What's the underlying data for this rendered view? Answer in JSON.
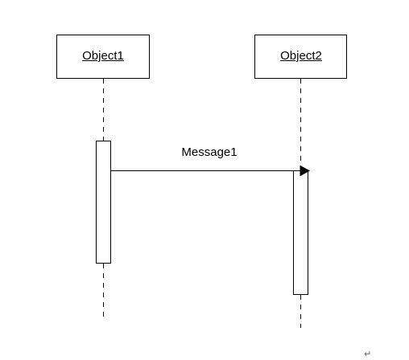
{
  "objects": [
    {
      "label": "Object1"
    },
    {
      "label": "Object2"
    }
  ],
  "message": {
    "label": "Message1"
  },
  "paragraph_mark": "↵"
}
